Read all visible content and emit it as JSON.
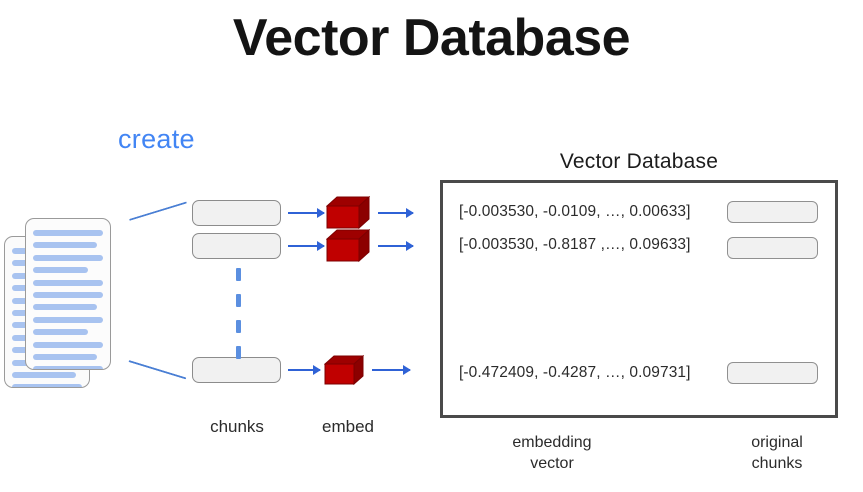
{
  "title": "Vector Database",
  "colors": {
    "accent_blue": "#4285f4",
    "arrow_blue": "#2f62d6",
    "cube_red": "#c00000",
    "doc_line_blue": "#a8c3f0",
    "frame_gray": "#4a4a4a"
  },
  "flow": {
    "create_label": "create",
    "chunks_caption": "chunks",
    "embed_caption": "embed",
    "chunk_boxes": [
      "",
      "",
      ""
    ],
    "ellipsis_dashes": 4
  },
  "database": {
    "heading": "Vector Database",
    "rows": [
      {
        "vector": "[-0.003530, -0.0109, …, 0.00633]",
        "chunk": ""
      },
      {
        "vector": "[-0.003530, -0.8187 ,…, 0.09633]",
        "chunk": ""
      },
      {
        "vector": "[-0.472409, -0.4287, …, 0.09731]",
        "chunk": ""
      }
    ],
    "column_captions": {
      "embedding_line1": "embedding",
      "embedding_line2": "vector",
      "original_line1": "original",
      "original_line2": "chunks"
    }
  }
}
